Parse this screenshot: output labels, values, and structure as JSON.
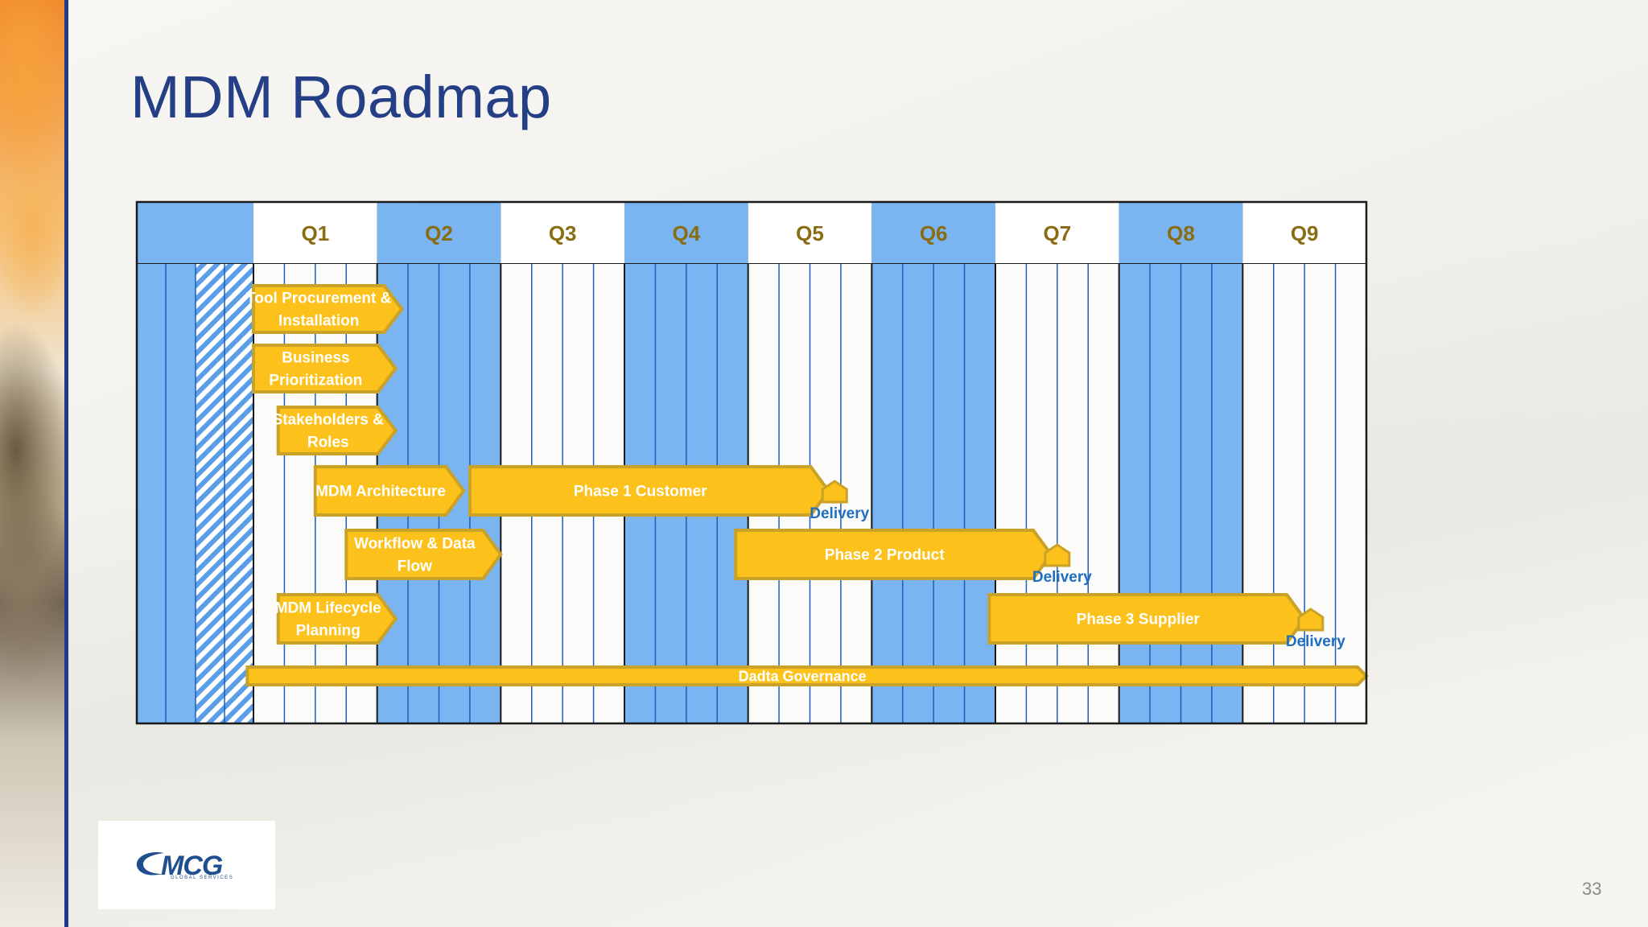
{
  "slide": {
    "title": "MDM Roadmap",
    "page_number": "33",
    "logo": {
      "name": "MCG",
      "tagline": "GLOBAL SERVICES"
    }
  },
  "colors": {
    "title": "#253f86",
    "band_blue": "#7ab4f1",
    "band_white": "#fbfbf9",
    "line_blue": "#1f5fb5",
    "bar_fill": "#fcc21b",
    "bar_border": "#c9a227",
    "quarter_text": "#8a6d12",
    "delivery_text": "#1f6ec0",
    "frame": "#1a1a1a"
  },
  "chart_data": {
    "type": "table",
    "quarters": [
      "Q1",
      "Q2",
      "Q3",
      "Q4",
      "Q5",
      "Q6",
      "Q7",
      "Q8",
      "Q9"
    ],
    "tasks": [
      {
        "id": "tool",
        "label_lines": [
          "Tool Procurement  &",
          "Installation"
        ],
        "quarter_start": 0.0,
        "quarter_end": 1.2,
        "row": 0
      },
      {
        "id": "biz",
        "label_lines": [
          "Business",
          "Prioritization"
        ],
        "quarter_start": 0.0,
        "quarter_end": 1.15,
        "row": 1
      },
      {
        "id": "stake",
        "label_lines": [
          "Stakeholders &",
          "Roles"
        ],
        "quarter_start": 0.2,
        "quarter_end": 1.15,
        "row": 2
      },
      {
        "id": "arch",
        "label_lines": [
          "MDM Architecture"
        ],
        "quarter_start": 0.5,
        "quarter_end": 1.7,
        "row": 3
      },
      {
        "id": "p1",
        "label_lines": [
          "Phase 1 Customer"
        ],
        "quarter_start": 1.75,
        "quarter_end": 4.65,
        "row": 3
      },
      {
        "id": "wf",
        "label_lines": [
          "Workflow & Data",
          "Flow"
        ],
        "quarter_start": 0.75,
        "quarter_end": 2.0,
        "row": 4
      },
      {
        "id": "p2",
        "label_lines": [
          "Phase 2 Product"
        ],
        "quarter_start": 3.9,
        "quarter_end": 6.45,
        "row": 4
      },
      {
        "id": "life",
        "label_lines": [
          "MDM Lifecycle",
          "Planning"
        ],
        "quarter_start": 0.2,
        "quarter_end": 1.15,
        "row": 5
      },
      {
        "id": "p3",
        "label_lines": [
          "Phase 3 Supplier"
        ],
        "quarter_start": 5.95,
        "quarter_end": 8.5,
        "row": 5
      },
      {
        "id": "gov",
        "label_lines": [
          "Dadta Governance"
        ],
        "quarter_start": -0.05,
        "quarter_end": 9.0,
        "row": 6
      }
    ],
    "milestones": [
      {
        "label": "Delivery",
        "quarter": 4.7,
        "row": 3
      },
      {
        "label": "Delivery",
        "quarter": 6.5,
        "row": 4
      },
      {
        "label": "Delivery",
        "quarter": 8.55,
        "row": 5
      }
    ]
  }
}
